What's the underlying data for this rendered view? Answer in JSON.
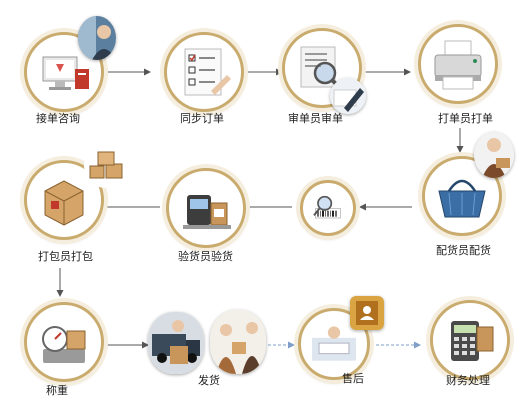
{
  "steps": [
    {
      "label": "接单咨询"
    },
    {
      "label": "同步订单"
    },
    {
      "label": "审单员审单"
    },
    {
      "label": "打单员打单"
    },
    {
      "label": "配货员配货"
    },
    {
      "label": "验货员验货"
    },
    {
      "label": "打包员打包"
    },
    {
      "label": "称重"
    },
    {
      "label": "发货"
    },
    {
      "label": "售后"
    },
    {
      "label": "财务处理"
    }
  ],
  "colors": {
    "ring": "#c9ab6e",
    "ring_halo": "#f5eede",
    "arrow": "#555555",
    "dashed_arrow": "#7f9fc9"
  },
  "icons": [
    "computer-icon",
    "checklist-icon",
    "magnifier-document-icon",
    "printer-icon",
    "basket-icon",
    "scanner-icon",
    "package-icon",
    "scale-icon",
    "delivery-icon",
    "contact-book-icon",
    "calculator-icon"
  ]
}
